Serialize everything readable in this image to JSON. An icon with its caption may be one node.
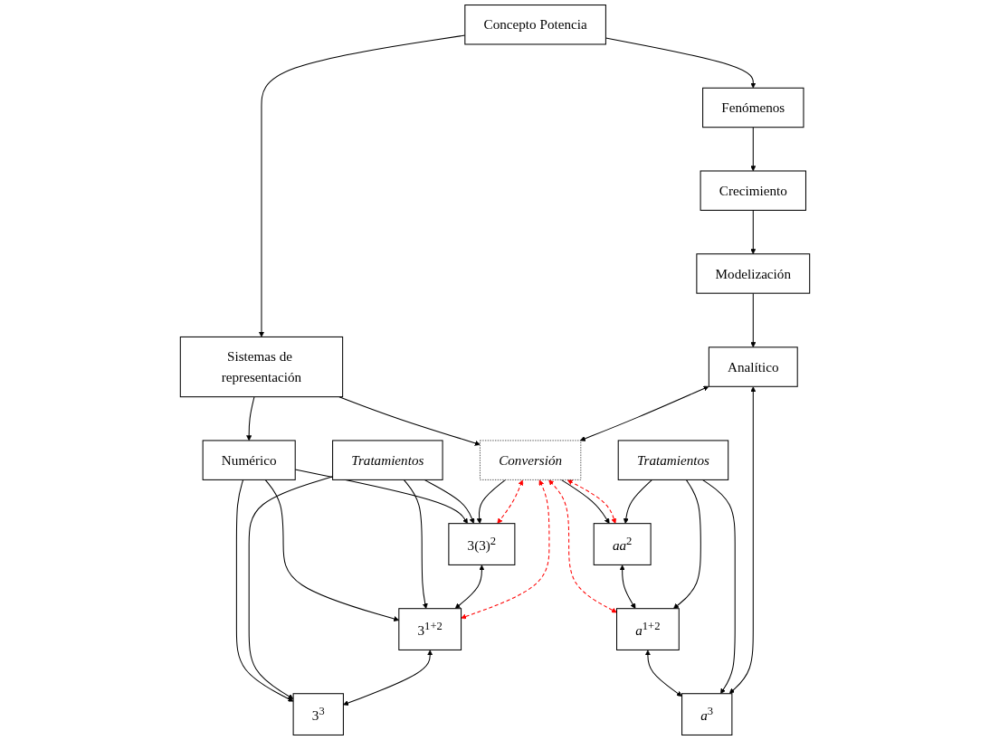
{
  "diagram": {
    "nodes": [
      {
        "text": [
          "Concepto Potencia"
        ]
      },
      {
        "text": [
          "Sistemas de representación"
        ]
      },
      {
        "text": [
          "Numérico"
        ]
      },
      {
        "text": [
          "Fenómenos"
        ]
      },
      {
        "text": [
          "Tratamientos"
        ]
      },
      {
        "text": [
          "Crecimiento"
        ]
      },
      {
        "text": [
          "3(3)$^{2}$"
        ]
      },
      {
        "text": [
          "3$^{1+2}$"
        ]
      },
      {
        "text": [
          "3$^{3}$"
        ]
      },
      {
        "text": [
          "Modelización"
        ]
      },
      {
        "text": [
          "Conversión"
        ]
      },
      {
        "text": [
          "*aa*$^{2}$"
        ]
      },
      {
        "text": [
          "*a*$^{1+2}$"
        ]
      },
      {
        "text": [
          "*a*$^{3}$"
        ]
      },
      {
        "text": [
          "Tratamientos"
        ]
      },
      {
        "text": [
          "Analítico"
        ]
      }
    ],
    "edges": [
      {
        "from": 0,
        "to": 1,
        "arrow": "to"
      },
      {
        "from": 0,
        "to": 3,
        "arrow": "to"
      },
      {
        "from": 1,
        "to": 2,
        "arrow": "to"
      },
      {
        "from": 1,
        "to": 10,
        "arrow": "to"
      },
      {
        "from": 2,
        "to": 6,
        "arrow": "to"
      },
      {
        "from": 2,
        "to": 7,
        "arrow": "to"
      },
      {
        "from": 2,
        "to": 8,
        "arrow": "to"
      },
      {
        "from": 4,
        "to": 6,
        "arrow": "to"
      },
      {
        "from": 4,
        "to": 7,
        "arrow": "to"
      },
      {
        "from": 4,
        "to": 8,
        "arrow": "to"
      },
      {
        "from": 3,
        "to": 5,
        "arrow": "to"
      },
      {
        "from": 5,
        "to": 9,
        "arrow": "to"
      },
      {
        "from": 10,
        "to": 6,
        "arrow": "to"
      },
      {
        "from": 6,
        "to": 7,
        "arrow": "both"
      },
      {
        "from": 7,
        "to": 8,
        "arrow": "both"
      },
      {
        "from": 10,
        "to": 6,
        "arrow": "both",
        "style": "dashed",
        "color": "#ff0000"
      },
      {
        "from": 10,
        "to": 7,
        "arrow": "both",
        "style": "dashed",
        "color": "#ff0000"
      },
      {
        "from": 10,
        "to": 11,
        "arrow": "to"
      },
      {
        "from": 10,
        "to": 11,
        "arrow": "both",
        "style": "dashed",
        "color": "#ff0000"
      },
      {
        "from": 10,
        "to": 12,
        "arrow": "both",
        "style": "dashed",
        "color": "#ff0000"
      },
      {
        "from": 11,
        "to": 12,
        "arrow": "both"
      },
      {
        "from": 12,
        "to": 13,
        "arrow": "both"
      },
      {
        "from": 14,
        "to": 11,
        "arrow": "to"
      },
      {
        "from": 14,
        "to": 12,
        "arrow": "to"
      },
      {
        "from": 14,
        "to": 13,
        "arrow": "to"
      },
      {
        "from": 15,
        "to": 13,
        "arrow": "both"
      },
      {
        "from": 15,
        "to": 10,
        "arrow": "both"
      },
      {
        "from": 9,
        "to": 15,
        "arrow": "to"
      }
    ]
  }
}
